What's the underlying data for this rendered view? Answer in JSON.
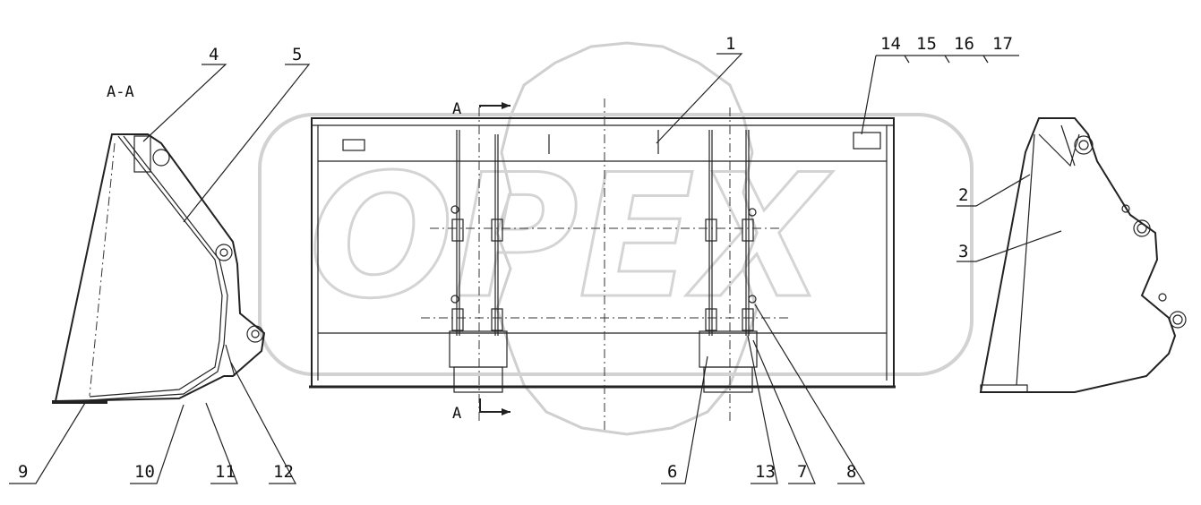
{
  "section": {
    "label": "A-A"
  },
  "cut_marks": {
    "top": "A",
    "bottom": "A"
  },
  "watermark": {
    "text": "OPEX"
  },
  "callouts": [
    {
      "id": "c1",
      "text": "1"
    },
    {
      "id": "c2",
      "text": "2"
    },
    {
      "id": "c3",
      "text": "3"
    },
    {
      "id": "c4",
      "text": "4"
    },
    {
      "id": "c5",
      "text": "5"
    },
    {
      "id": "c6",
      "text": "6"
    },
    {
      "id": "c7",
      "text": "7"
    },
    {
      "id": "c8",
      "text": "8"
    },
    {
      "id": "c9",
      "text": "9"
    },
    {
      "id": "c10",
      "text": "10"
    },
    {
      "id": "c11",
      "text": "11"
    },
    {
      "id": "c12",
      "text": "12"
    },
    {
      "id": "c13",
      "text": "13"
    },
    {
      "id": "c14",
      "text": "14"
    },
    {
      "id": "c15",
      "text": "15"
    },
    {
      "id": "c16",
      "text": "16"
    },
    {
      "id": "c17",
      "text": "17"
    }
  ]
}
